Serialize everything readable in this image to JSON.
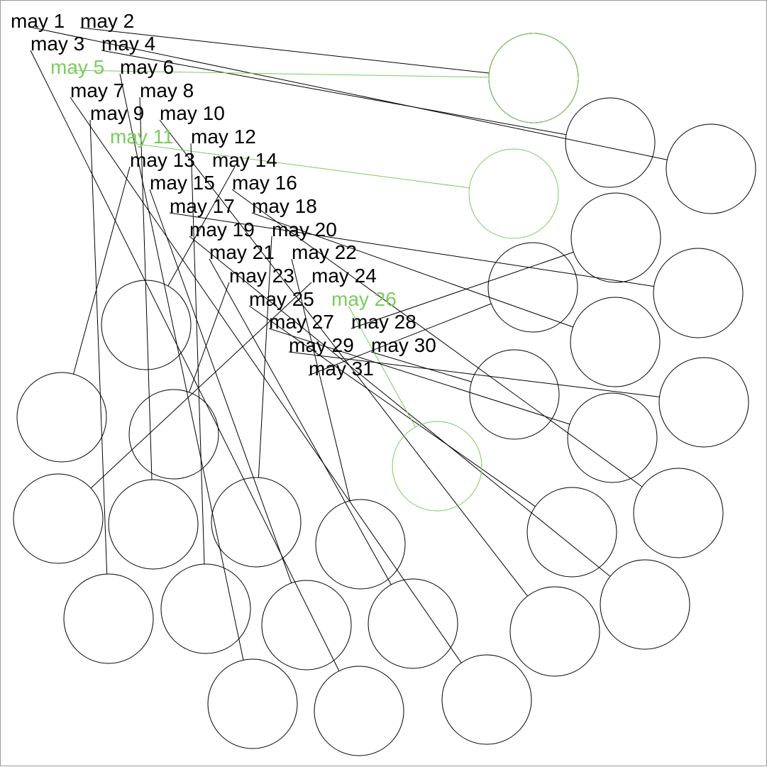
{
  "colors": {
    "normal": "#000000",
    "highlight": "#7acc5c"
  },
  "days": [
    {
      "label": "may 1",
      "highlight": false
    },
    {
      "label": "may 2",
      "highlight": false
    },
    {
      "label": "may 3",
      "highlight": false
    },
    {
      "label": "may 4",
      "highlight": false
    },
    {
      "label": "may 5",
      "highlight": true
    },
    {
      "label": "may 6",
      "highlight": false
    },
    {
      "label": "may 7",
      "highlight": false
    },
    {
      "label": "may 8",
      "highlight": false
    },
    {
      "label": "may 9",
      "highlight": false
    },
    {
      "label": "may 10",
      "highlight": false
    },
    {
      "label": "may 11",
      "highlight": true
    },
    {
      "label": "may 12",
      "highlight": false
    },
    {
      "label": "may 13",
      "highlight": false
    },
    {
      "label": "may 14",
      "highlight": false
    },
    {
      "label": "may 15",
      "highlight": false
    },
    {
      "label": "may 16",
      "highlight": false
    },
    {
      "label": "may 17",
      "highlight": false
    },
    {
      "label": "may 18",
      "highlight": false
    },
    {
      "label": "may 19",
      "highlight": false
    },
    {
      "label": "may 20",
      "highlight": false
    },
    {
      "label": "may 21",
      "highlight": false
    },
    {
      "label": "may 22",
      "highlight": false
    },
    {
      "label": "may 23",
      "highlight": false
    },
    {
      "label": "may 24",
      "highlight": false
    },
    {
      "label": "may 25",
      "highlight": false
    },
    {
      "label": "may 26",
      "highlight": true
    },
    {
      "label": "may 27",
      "highlight": false
    },
    {
      "label": "may 28",
      "highlight": false
    },
    {
      "label": "may 29",
      "highlight": false
    },
    {
      "label": "may 30",
      "highlight": false
    },
    {
      "label": "may 31",
      "highlight": false
    }
  ]
}
